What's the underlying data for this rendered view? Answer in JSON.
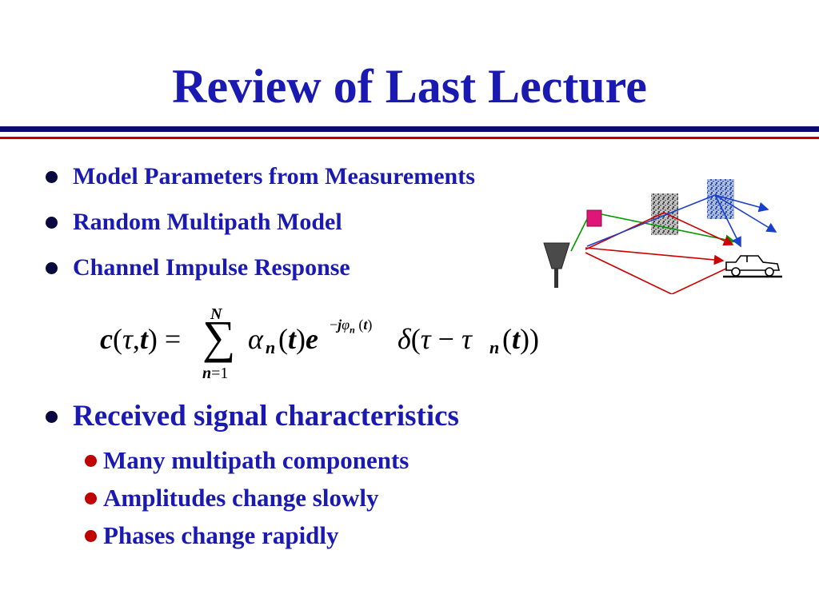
{
  "slide": {
    "title": "Review of Last Lecture",
    "bullets": [
      "Model Parameters from Measurements",
      "Random Multipath Model",
      "Channel Impulse Response"
    ],
    "section_heading": "Received signal characteristics",
    "sub_bullets": [
      "Many multipath components",
      "Amplitudes change slowly",
      "Phases change rapidly"
    ]
  },
  "equation": {
    "lhs": "c(τ,t) =",
    "sum_upper": "N",
    "sum_lower": "n=1",
    "term": "αn(t)e−jφn(t)δ(τ − τn(t))"
  },
  "colors": {
    "title": "#1a1ab3",
    "body_text": "#1a1ab3",
    "navy_rule": "#0c0c70",
    "red_rule": "#c00000",
    "bullet_l1": "#0a0a40",
    "bullet_l2": "#c00000",
    "ray_red": "#cc0000",
    "ray_green": "#009900",
    "ray_blue": "#1a3fcc",
    "transmitter_square": "#e0157a",
    "ground_reflector": "#8a2a60"
  },
  "diagram": {
    "icons": [
      "antenna-icon",
      "building-icon",
      "car-icon"
    ]
  }
}
